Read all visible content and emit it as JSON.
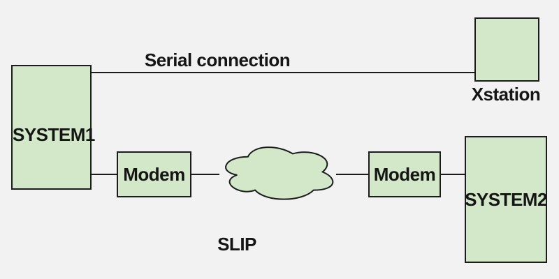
{
  "nodes": {
    "system1": {
      "label": "SYSTEM1"
    },
    "modem_left": {
      "label": "Modem"
    },
    "modem_right": {
      "label": "Modem"
    },
    "system2": {
      "label": "SYSTEM2"
    },
    "xstation": {
      "label": "Xstation"
    }
  },
  "edge_labels": {
    "serial_connection": "Serial connection",
    "slip": "SLIP"
  },
  "colors": {
    "background": "#f2f2f2",
    "node_fill": "#d2e8c8",
    "node_border": "#1c1c1c",
    "connector": "#1c1c1c",
    "text": "#151515"
  }
}
